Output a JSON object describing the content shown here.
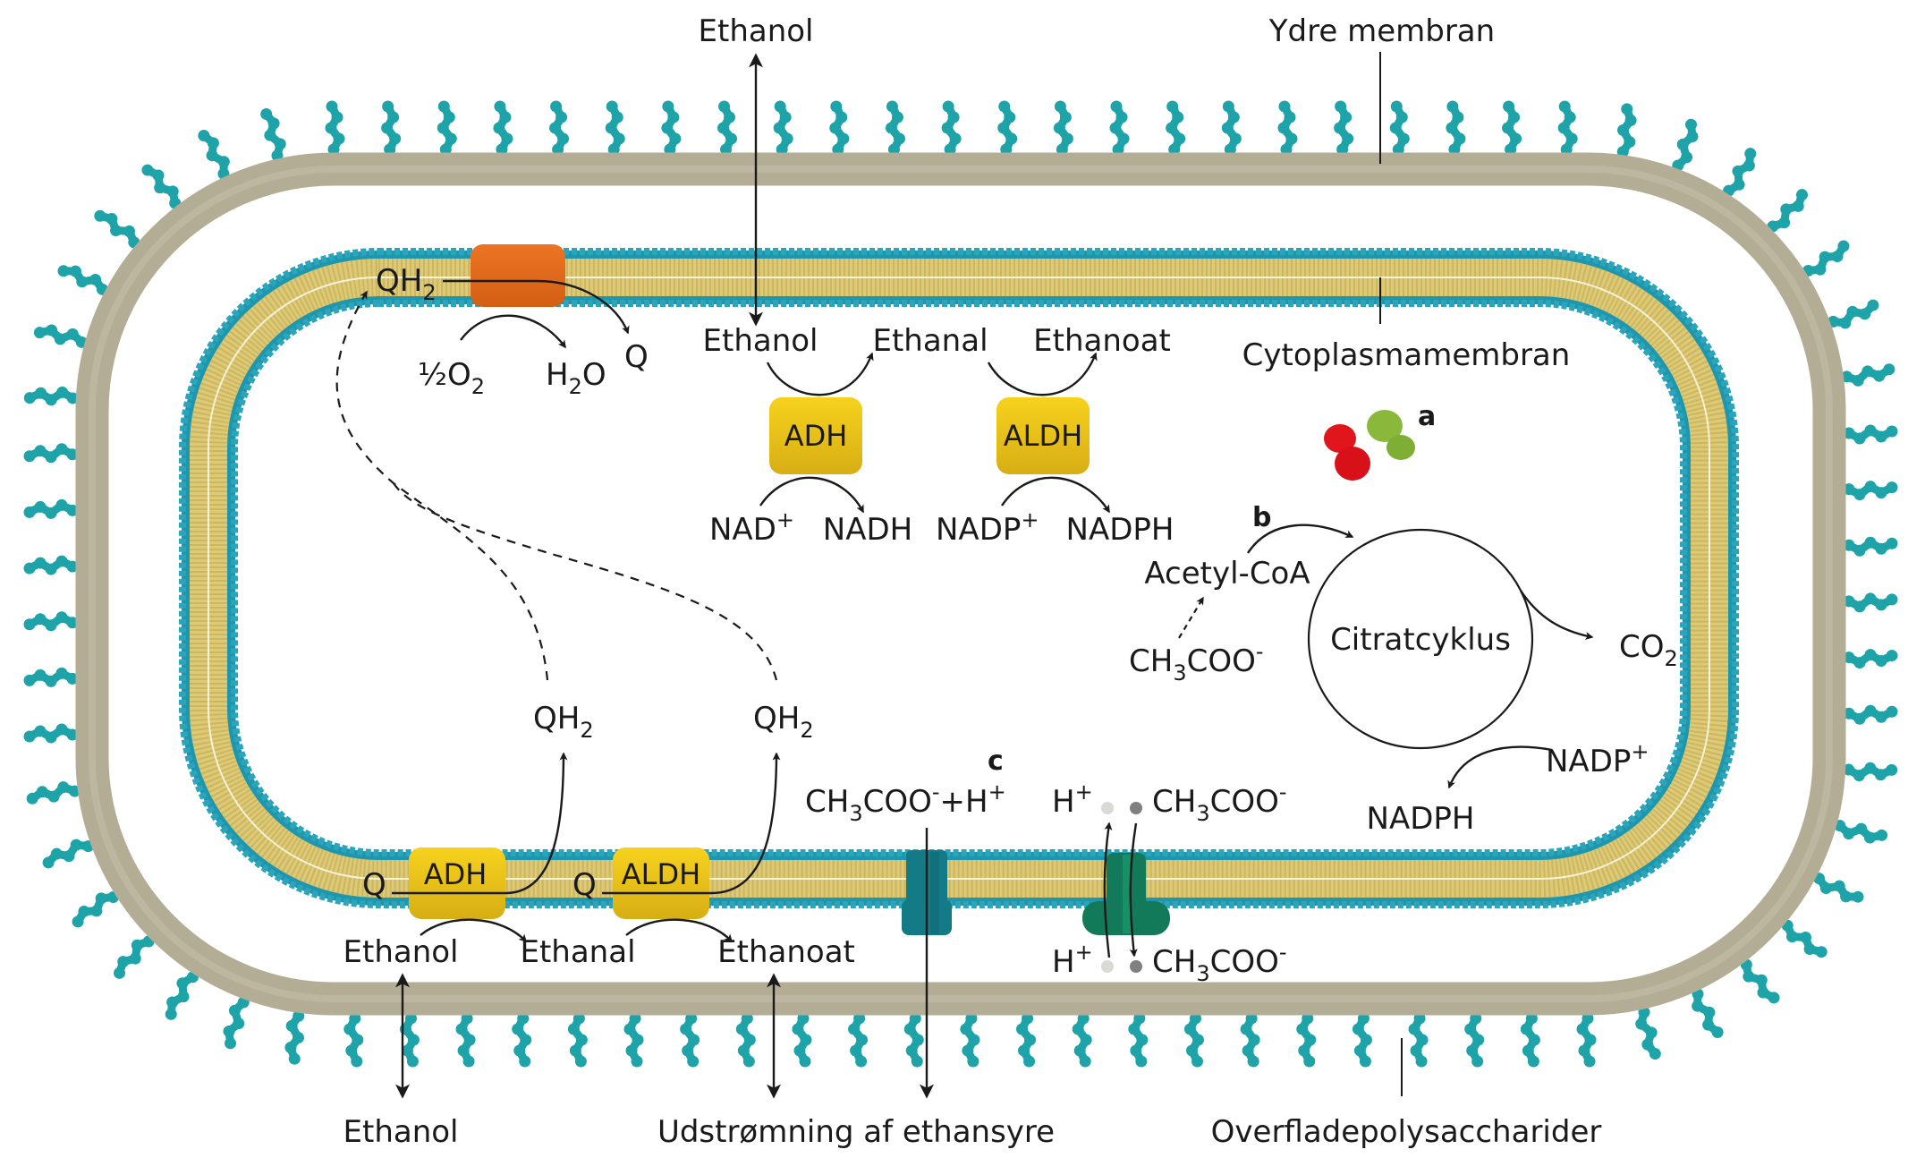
{
  "colors": {
    "outer_membrane": "#b3ad95",
    "outer_membrane_edge": "#9d977f",
    "lipid_head": "#1e96ad",
    "lipid_tail": "#d8c878",
    "polysaccharide": "#1da3a8",
    "enzyme_yellow": "#e6be1c",
    "oxidase_orange": "#e0661c",
    "channel_teal": "#137a86",
    "transporter_green": "#127a58",
    "molecule_red": "#e0161c",
    "molecule_green": "#8ab83a",
    "text": "#1a1a1a"
  },
  "labels": {
    "top_ethanol": "Ethanol",
    "outer_membrane": "Ydre membran",
    "cytoplasm_membrane": "Cytoplasmamembran",
    "bottom_ethanol": "Ethanol",
    "acid_efflux": "Udstrømning af ethansyre",
    "surface_polysaccharides": "Overfladepolysaccharider"
  },
  "respiration": {
    "qh2": "QH",
    "qh2_sub": "2",
    "half_o2": "½O",
    "half_o2_sub": "2",
    "h2o_h": "H",
    "h2o_sub": "2",
    "h2o_o": "O",
    "q": "Q"
  },
  "cytoplasmic_pathway": {
    "ethanol": "Ethanol",
    "ethanal": "Ethanal",
    "ethanoat": "Ethanoat",
    "enzyme1": "ADH",
    "enzyme2": "ALDH",
    "nad": "NAD",
    "nad_sup": "+",
    "nadh": "NADH",
    "nadp": "NADP",
    "nadp_sup": "+",
    "nadph": "NADPH"
  },
  "membrane_pathway": {
    "enzyme1": "ADH",
    "enzyme2": "ALDH",
    "q1": "Q",
    "q2": "Q",
    "qh2_1": "QH",
    "qh2_2": "QH",
    "qh2_sub": "2",
    "ethanol": "Ethanol",
    "ethanal": "Ethanal",
    "ethanoat": "Ethanoat"
  },
  "markers": {
    "a": "a",
    "b": "b",
    "c": "c"
  },
  "citric_cycle": {
    "name": "Citratcyklus",
    "acetyl_coa": "Acetyl-CoA",
    "acetate_ch": "CH",
    "acetate_sub": "3",
    "acetate_coo": "COO",
    "acetate_sup": "-",
    "co2_co": "CO",
    "co2_sub": "2",
    "nadp": "NADP",
    "nadp_sup": "+",
    "nadph": "NADPH"
  },
  "transport": {
    "acid_ch": "CH",
    "acid_sub": "3",
    "acid_coo": "COO",
    "acid_sup": "-",
    "acid_plus_h": "+H",
    "acid_h_sup": "+",
    "h": "H",
    "h_sup": "+",
    "acetate_ch": "CH",
    "acetate_sub": "3",
    "acetate_coo": "COO",
    "acetate_sup": "-"
  }
}
